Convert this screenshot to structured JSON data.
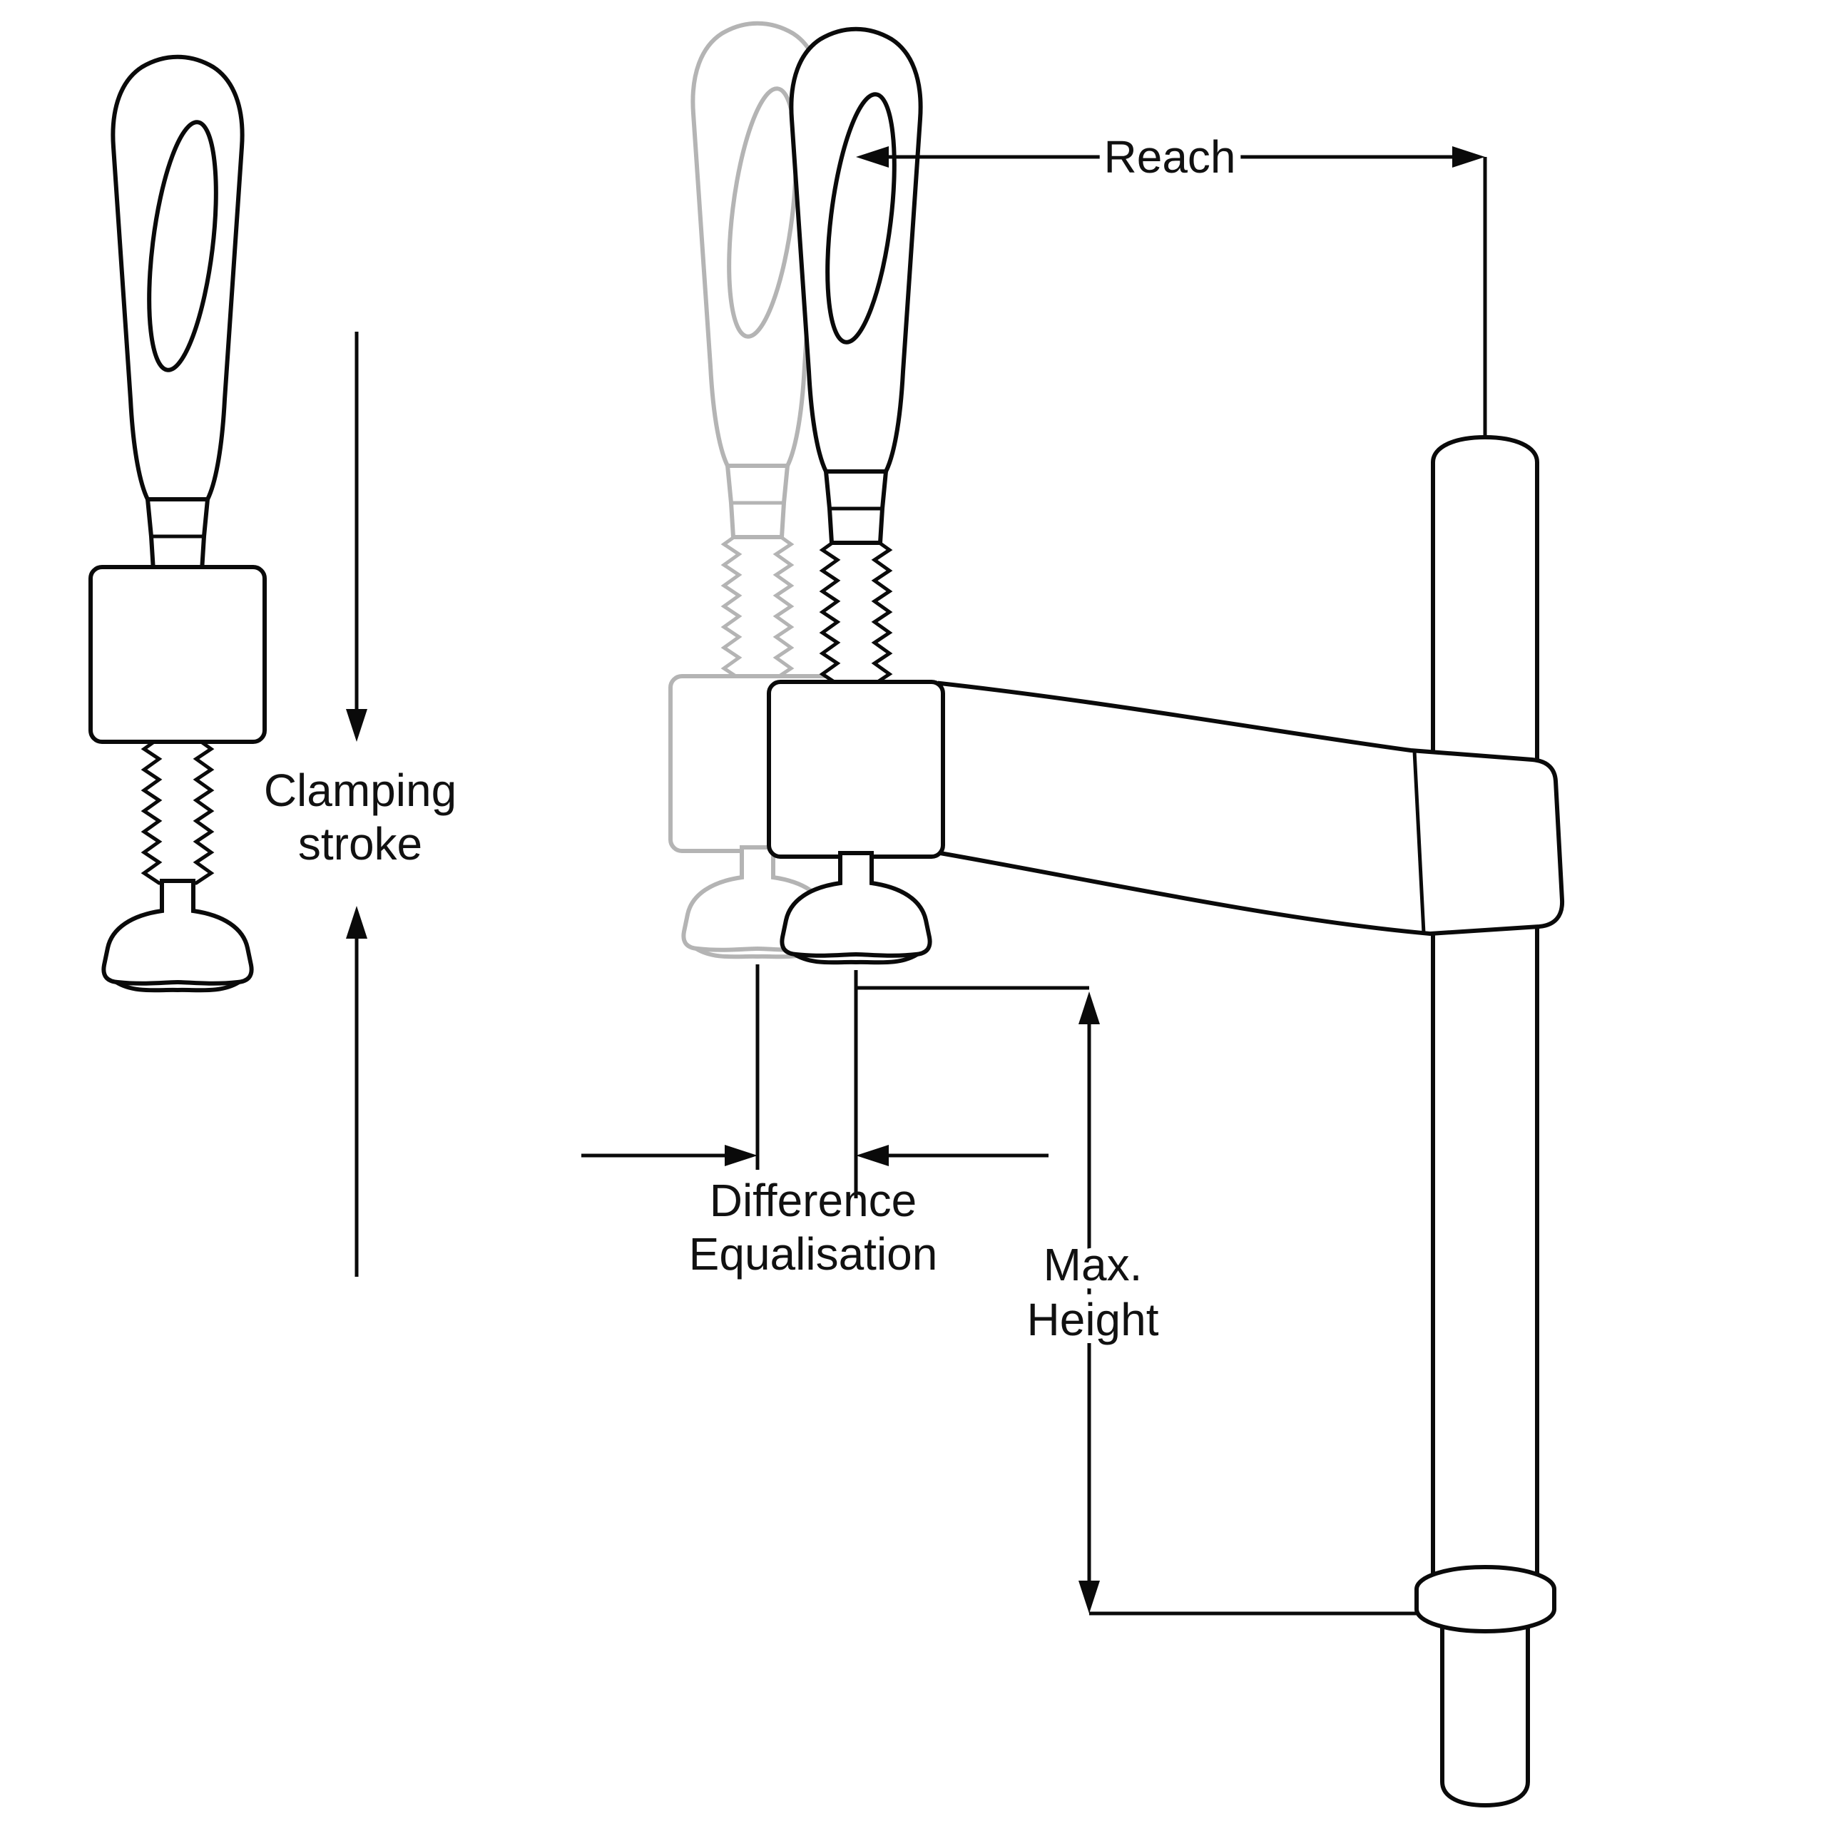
{
  "labels": {
    "reach": "Reach",
    "clamping_stroke": {
      "line1": "Clamping",
      "line2": "stroke"
    },
    "difference_equalisation": {
      "line1": "Difference",
      "line2": "Equalisation"
    },
    "max_height": {
      "line1": "Max.",
      "line2": "Height"
    }
  },
  "colors": {
    "outline": "#0a0a0a",
    "ghost_outline": "#b4b4b4",
    "background": "#ffffff",
    "label_text": "#111111"
  }
}
